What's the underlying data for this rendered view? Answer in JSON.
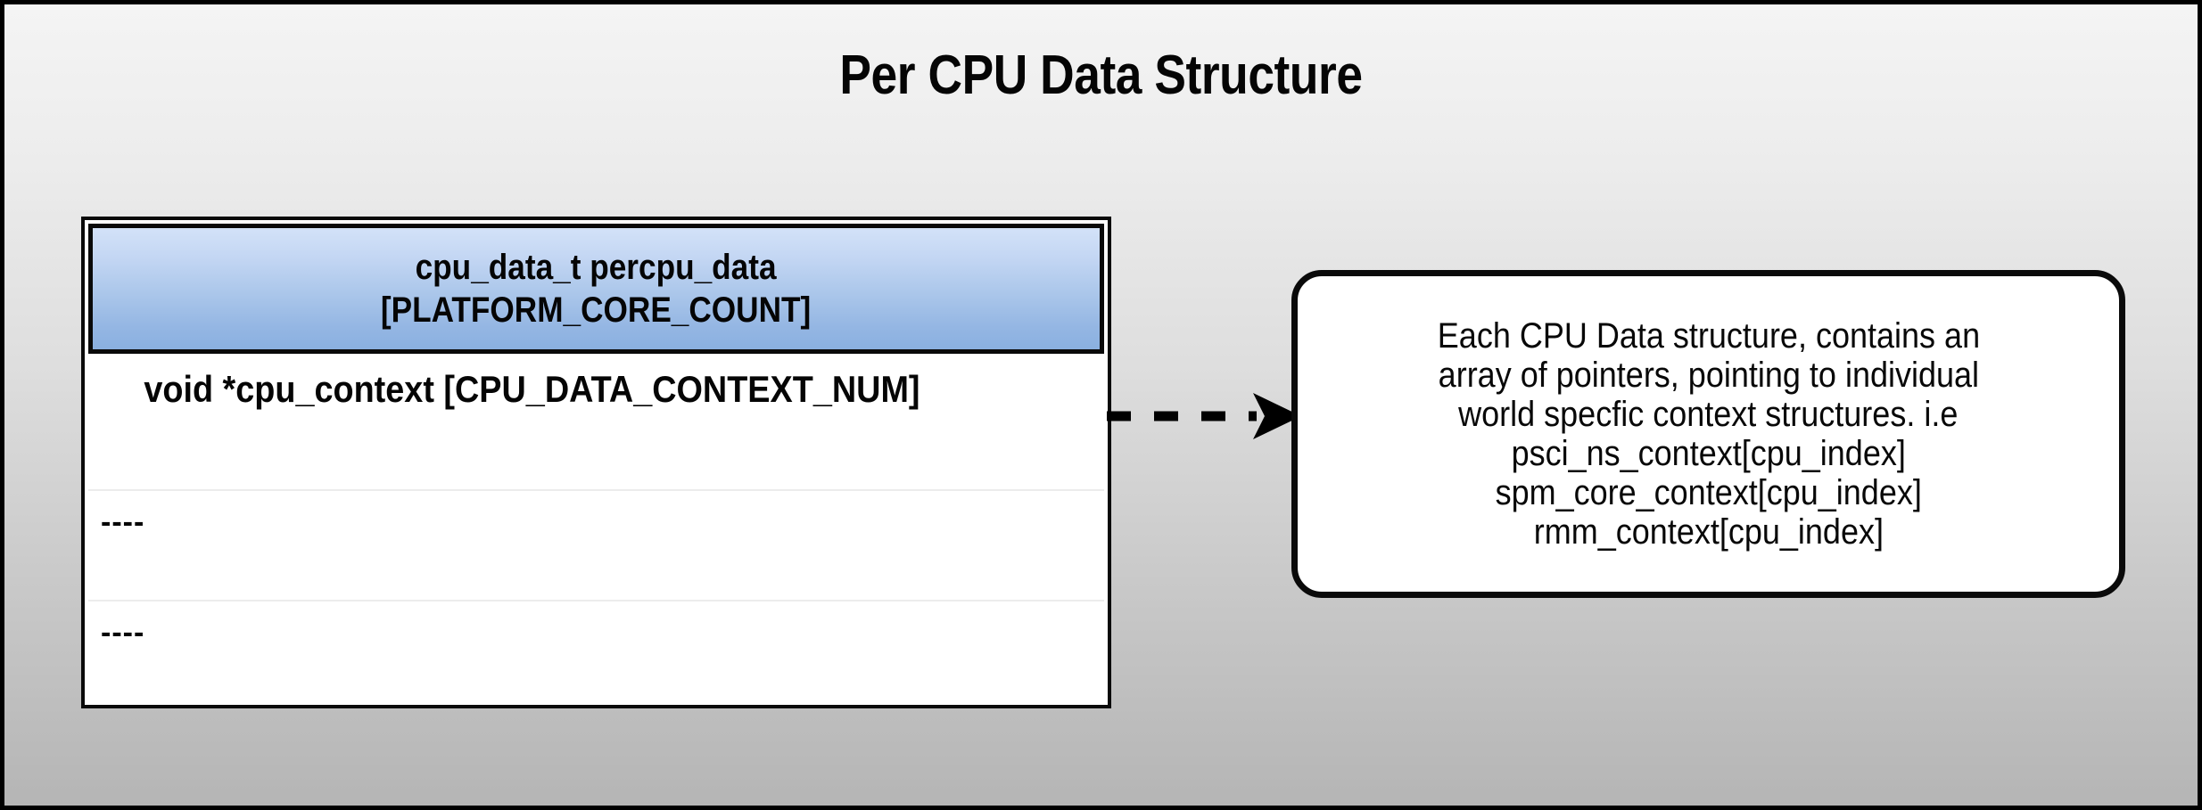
{
  "slide": {
    "title": "Per CPU Data Structure",
    "background_top_color": "#f4f4f4",
    "background_bottom_color": "#b5b5b5",
    "frame_color": "#000000"
  },
  "struct_table": {
    "header": {
      "line1": "cpu_data_t percpu_data",
      "line2": "[PLATFORM_CORE_COUNT]",
      "fill_top_color": "#d3e2f8",
      "fill_bottom_color": "#8ab0e0",
      "border_color": "#0a0a0a"
    },
    "rows": [
      {
        "text": "void *cpu_context [CPU_DATA_CONTEXT_NUM]"
      },
      {
        "text": "----"
      },
      {
        "text": "----"
      }
    ]
  },
  "connector": {
    "style": "dashed",
    "arrowhead": "solid-filled-triangle",
    "color": "#000000",
    "direction": "left-to-right"
  },
  "callout": {
    "lines": [
      "Each CPU Data structure, contains an",
      "array of pointers, pointing to individual",
      "world specfic context structures. i.e",
      "psci_ns_context[cpu_index]",
      "spm_core_context[cpu_index]",
      "rmm_context[cpu_index]"
    ],
    "border_color": "#0a0a0a",
    "fill_color": "#ffffff"
  }
}
